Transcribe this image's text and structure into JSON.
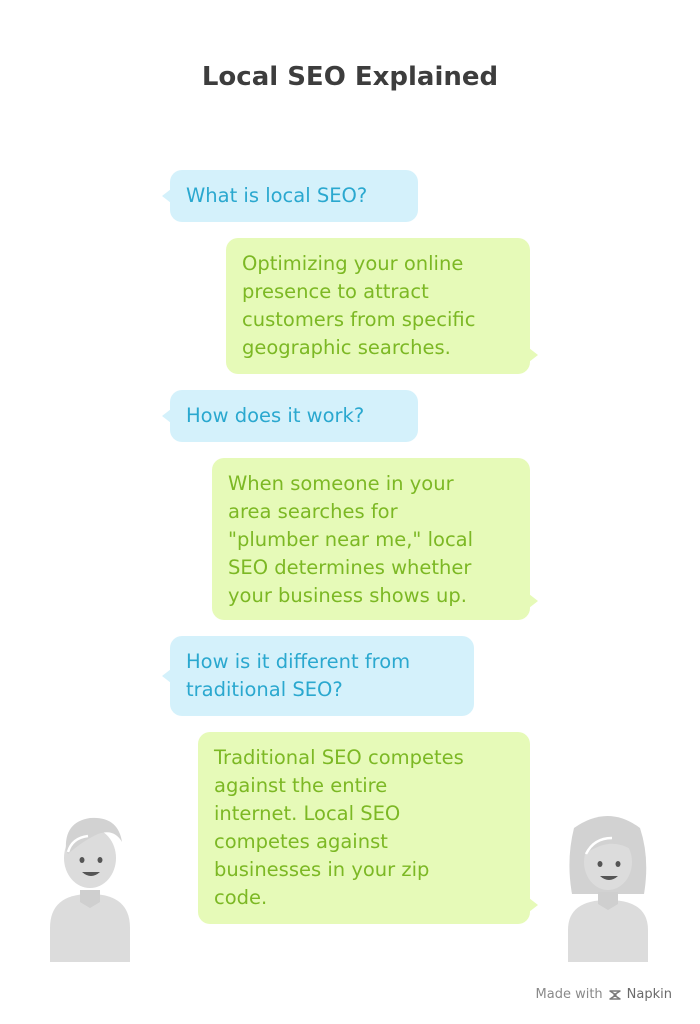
{
  "title": "Local SEO Explained",
  "messages": [
    {
      "role": "question",
      "text": "What is local SEO?"
    },
    {
      "role": "answer",
      "text": "Optimizing your online\npresence to attract\ncustomers from specific\ngeographic searches."
    },
    {
      "role": "question",
      "text": "How does it work?"
    },
    {
      "role": "answer",
      "text": "When someone in your\narea searches for\n\"plumber near me,\" local\nSEO determines whether\nyour business shows up."
    },
    {
      "role": "question",
      "text": "How is it different from\ntraditional SEO?"
    },
    {
      "role": "answer",
      "text": "Traditional SEO competes\nagainst the entire\ninternet. Local SEO\ncompetes against\nbusinesses in your zip\ncode."
    }
  ],
  "avatars": {
    "left": "male-person-icon",
    "right": "female-person-icon"
  },
  "footer": {
    "made_with": "Made with",
    "brand": "Napkin",
    "icon": "napkin-logo-icon"
  },
  "colors": {
    "question_bg": "#d4f1fb",
    "question_text": "#2aa8cf",
    "answer_bg": "#e6fab8",
    "answer_text": "#7cb824",
    "title": "#3d3d3d",
    "avatar": "#dcdcdc"
  }
}
